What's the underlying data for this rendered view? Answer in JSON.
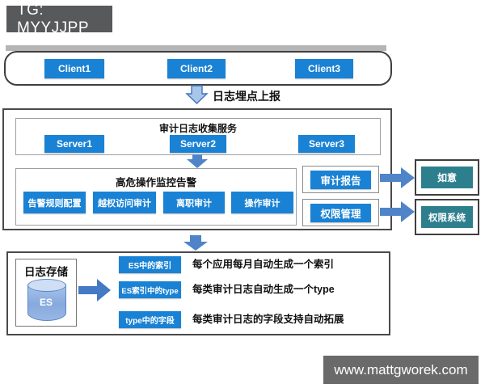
{
  "watermarks": {
    "tg": "TG: MYYJJPP",
    "site": "www.mattgworek.com"
  },
  "colors": {
    "box_blue": "#1a82d4",
    "arrow_blue": "#4f84c8",
    "arrow_light_fill": "#a8c6e8",
    "teal": "#2e7f8e",
    "tg_gray": "#58595b",
    "footer_gray": "#6a6a6a"
  },
  "clients": {
    "items": [
      "Client1",
      "Client2",
      "Client3"
    ]
  },
  "flow": {
    "report_label": "日志埋点上报"
  },
  "collect": {
    "title": "审计日志收集服务",
    "servers": [
      "Server1",
      "Server2",
      "Server3"
    ]
  },
  "monitor": {
    "title": "高危操作监控告警",
    "items": [
      "告警规则配置",
      "越权访问审计",
      "离职审计",
      "操作审计"
    ]
  },
  "outputs": {
    "report": {
      "label": "审计报告",
      "target": "如意"
    },
    "permission": {
      "label": "权限管理",
      "target": "权限系统"
    }
  },
  "storage": {
    "title": "日志存储",
    "db": "ES",
    "rows": [
      {
        "label": "ES中的索引",
        "desc": "每个应用每月自动生成一个索引"
      },
      {
        "label": "ES索引中的type",
        "desc": "每类审计日志自动生成一个type"
      },
      {
        "label": "type中的字段",
        "desc": "每类审计日志的字段支持自动拓展"
      }
    ]
  }
}
